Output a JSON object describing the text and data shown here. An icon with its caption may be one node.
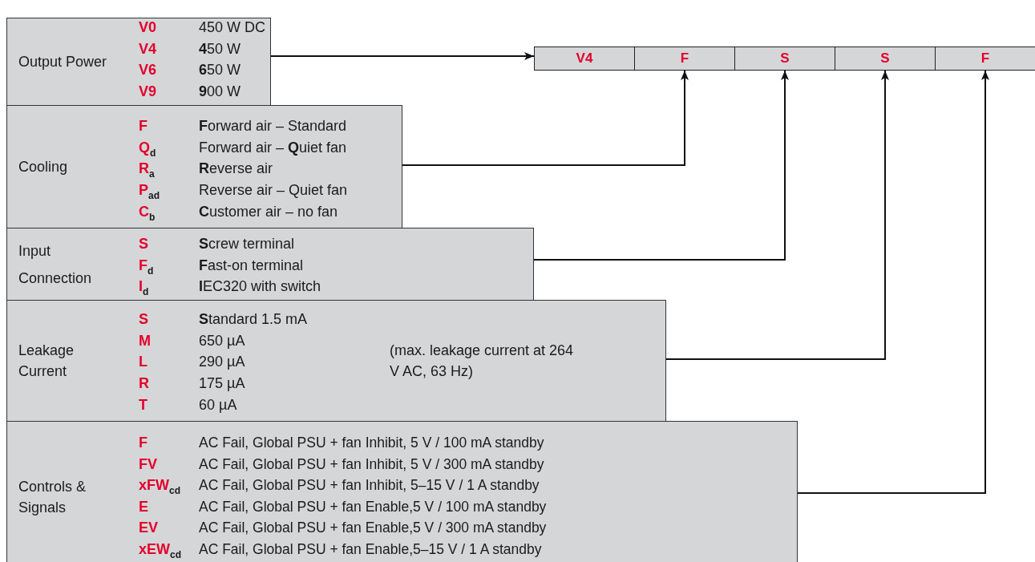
{
  "diagram": {
    "nodes": [
      {
        "text": [
          "Output Power",
          "V0",
          "450 W DC",
          "V4",
          "**4**50 W",
          "V6",
          "**6**50 W",
          "V9",
          "**9**00 W"
        ]
      },
      {
        "text": [
          "Cooling",
          "F",
          "**F**orward air – Standard",
          "Q$_{d}$",
          "Forward air – **Q**uiet fan",
          "R$_{a}$",
          "**R**everse air",
          "P$_{ad}$",
          "Reverse air – Quiet fan",
          "C$_{b}$",
          "**C**ustomer air – no fan"
        ]
      },
      {
        "text": [
          "Input Connection",
          "S",
          "**S**crew terminal",
          "F$_{d}$",
          "**F**ast-on terminal",
          "I$_{d}$",
          "**I**EC320 with switch"
        ]
      },
      {
        "text": [
          "Leakage Current",
          "S",
          "**S**tandard 1.5 mA",
          "M",
          "650 µA",
          "L",
          "290 µA",
          "R",
          "175 µA",
          "T",
          "60 µA",
          "(max. leakage current at 264 V AC, 63 Hz)"
        ]
      },
      {
        "text": [
          "Controls & Signals",
          "F",
          "AC Fail, Global PSU + fan Inhibit, 5 V / 100 mA standby",
          "FV",
          "AC Fail, Global PSU + fan Inhibit, 5 V / 300 mA standby",
          "xFW$_{cd}$",
          "AC Fail, Global PSU + fan Inhibit, 5–15 V / 1 A standby",
          "E",
          "AC Fail, Global PSU + fan Enable,5 V / 100 mA standby",
          "EV",
          "AC Fail, Global PSU + fan Enable,5 V / 300 mA standby",
          "xEW$_{cd}$",
          "AC Fail, Global PSU + fan Enable,5–15 V / 1 A standby"
        ]
      },
      {
        "text": [
          "V4"
        ]
      },
      {
        "text": [
          "F"
        ]
      },
      {
        "text": [
          "S"
        ]
      },
      {
        "text": [
          "S"
        ]
      },
      {
        "text": [
          "F"
        ]
      }
    ],
    "edges": [
      {
        "from": 0,
        "to": 5,
        "arrow": "to"
      },
      {
        "from": 1,
        "to": 6,
        "arrow": "to"
      },
      {
        "from": 2,
        "to": 7,
        "arrow": "to"
      },
      {
        "from": 3,
        "to": 8,
        "arrow": "to"
      },
      {
        "from": 4,
        "to": 9,
        "arrow": "to"
      }
    ]
  }
}
